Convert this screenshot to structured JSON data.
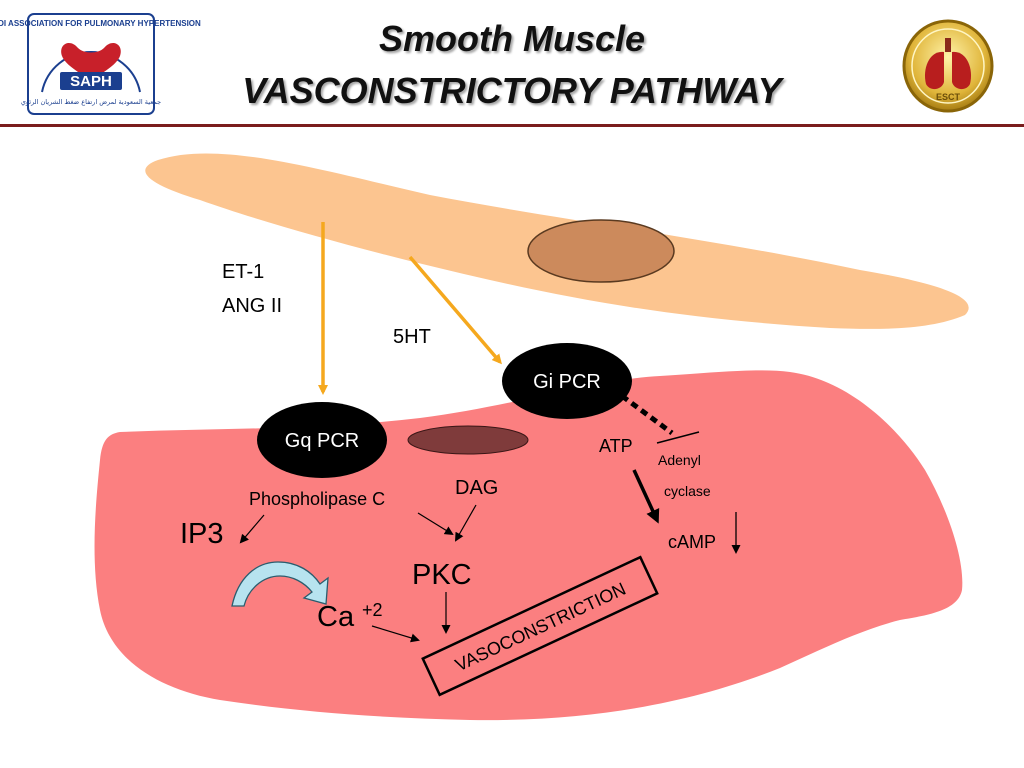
{
  "title": {
    "line1": "Smooth Muscle",
    "line2": "VASCONSTRICTORY PATHWAY"
  },
  "logos": {
    "left": {
      "text": "SAUDI ASSOCIATION FOR PULMONARY HYPERTENSION",
      "acronym": "SAPH",
      "arabic": "جمعية السعودية لمرض ارتفاع ضغط الشريان الرئوي"
    },
    "right": {
      "text": "ESCT"
    }
  },
  "colors": {
    "endothelial_cell": "#fcc590",
    "smooth_muscle_cell": "#fb7f80",
    "nucleus": "#cc8a5c",
    "arrow_orange": "#f5a81e",
    "receptor": "#000000",
    "title_rule": "#7a1c1c"
  },
  "labels": {
    "ligand1_line1": "ET-1",
    "ligand1_line2": "ANG II",
    "ligand2": "5HT",
    "receptor1": "Gq PCR",
    "receptor2": "Gi PCR",
    "atp": "ATP",
    "adenyl": "Adenyl",
    "cyclase": "cyclase",
    "plc": "Phospholipase C",
    "dag": "DAG",
    "ip3": "IP3",
    "pkc": "PKC",
    "ca": "Ca",
    "ca_charge": "+2",
    "camp": "cAMP",
    "result": "VASOCONSTRICTION"
  }
}
